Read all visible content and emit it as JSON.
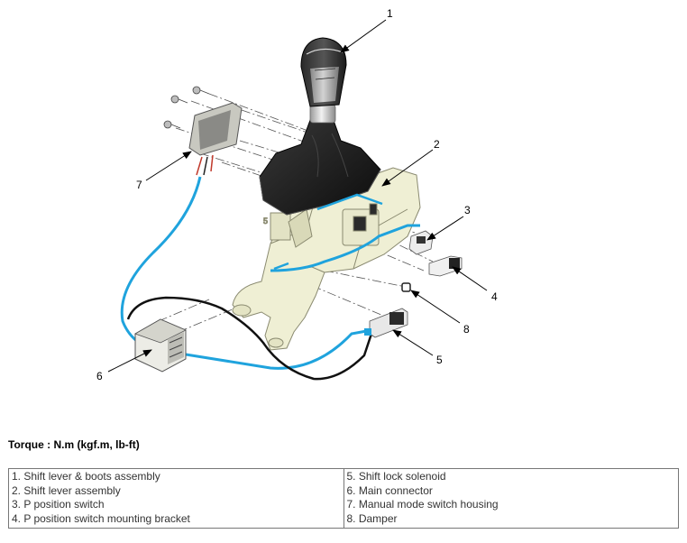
{
  "callouts": [
    "1",
    "2",
    "3",
    "4",
    "5",
    "6",
    "7",
    "8"
  ],
  "torque_note": "Torque : N.m (kgf.m, lb-ft)",
  "parts_left": [
    "1. Shift lever & boots assembly",
    "2. Shift lever assembly",
    "3. P position switch",
    "4. P position switch mounting bracket"
  ],
  "parts_right": [
    "5. Shift lock solenoid",
    "6. Main connector",
    "7. Manual mode switch housing",
    "8. Damper"
  ],
  "colors": {
    "harness_blue": "#1fa3dd",
    "harness_black": "#111111",
    "bracket_ivory": "#efefd4",
    "boot_black": "#1a1a1a"
  }
}
